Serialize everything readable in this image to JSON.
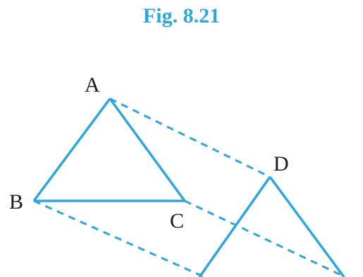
{
  "figure": {
    "caption": "Fig. 8.21",
    "accent_color": "#2ea6dc",
    "vertices": {
      "A": "A",
      "B": "B",
      "C": "C",
      "D": "D"
    }
  }
}
